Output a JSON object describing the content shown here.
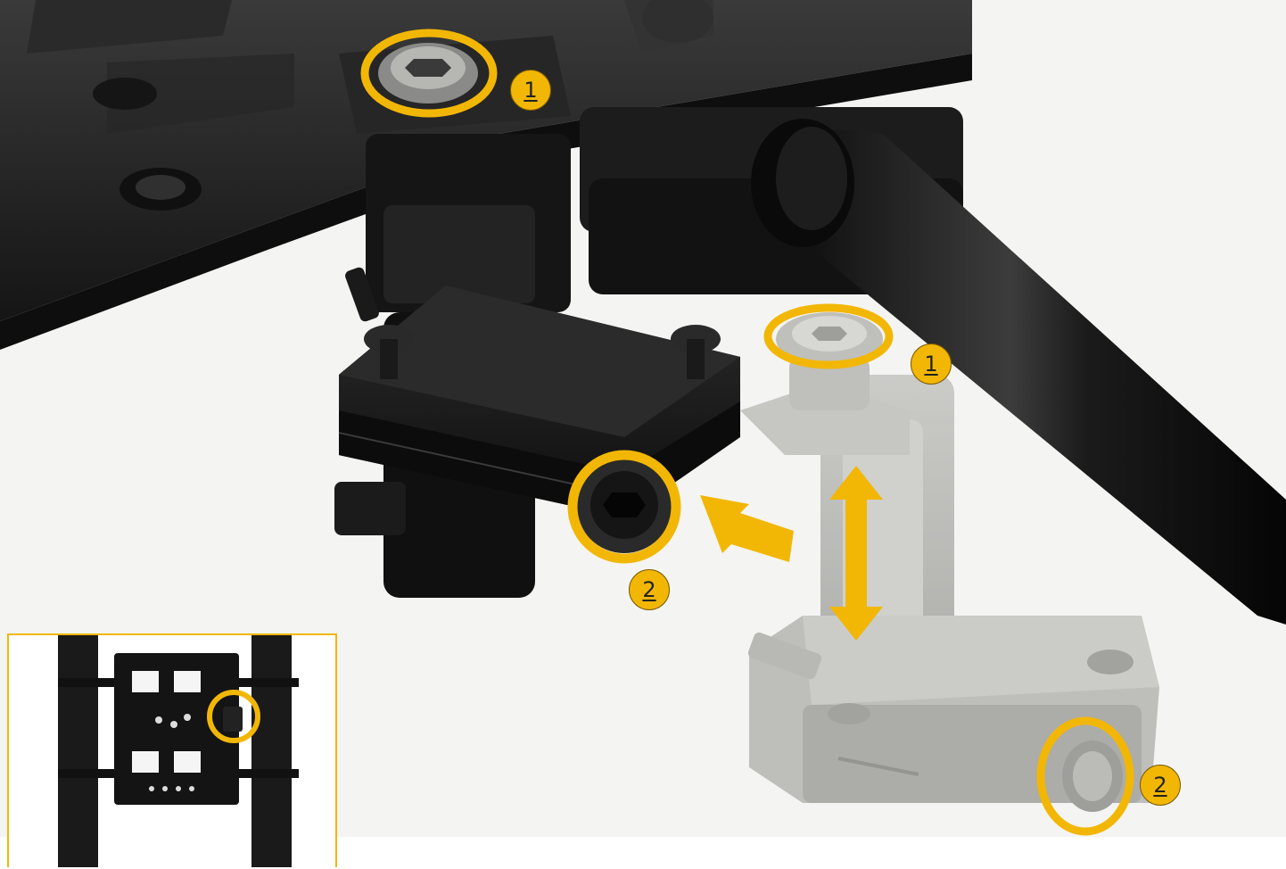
{
  "callouts": [
    {
      "id": "c1a",
      "label": "1"
    },
    {
      "id": "c1b",
      "label": "1"
    },
    {
      "id": "c2a",
      "label": "2"
    },
    {
      "id": "c2b",
      "label": "2"
    }
  ],
  "colors": {
    "accent": "#f2b705",
    "metal_dark": "#1e1e1e",
    "ghost_gray": "#b9b9b6",
    "background": "#f4f4f2"
  },
  "icons": {
    "move_arrow": "arrow-up-left-icon",
    "adjust_arrow": "double-arrow-vertical-icon"
  }
}
